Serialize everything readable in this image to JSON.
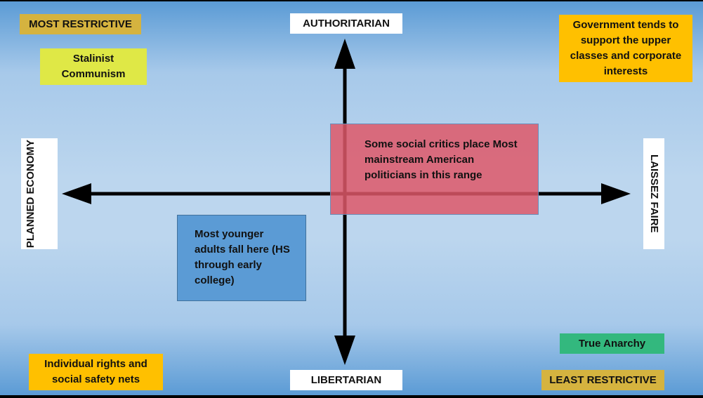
{
  "labels": {
    "most_restrictive": "MOST RESTRICTIVE",
    "stalinist": "Stalinist Communism",
    "authoritarian": "AUTHORITARIAN",
    "government": "Government tends to support the upper classes and corporate interests",
    "planned_economy": "PLANNED ECONOMY",
    "laissez_faire": "LAISSEZ FAIRE",
    "mainstream": "Some social critics place Most mainstream American politicians in this range",
    "younger_adults": "Most younger adults fall here (HS through early college)",
    "true_anarchy": "True Anarchy",
    "libertarian": "LIBERTARIAN",
    "individual_rights": "Individual rights and social safety nets",
    "least_restrictive": "LEAST RESTRICTIVE"
  },
  "colors": {
    "gold": "#d5b33f",
    "yellow_green": "#dfe846",
    "orange": "#ffc000",
    "red_region": "#de6472",
    "blue_region": "#5b9bd5",
    "green": "#33b87e"
  }
}
